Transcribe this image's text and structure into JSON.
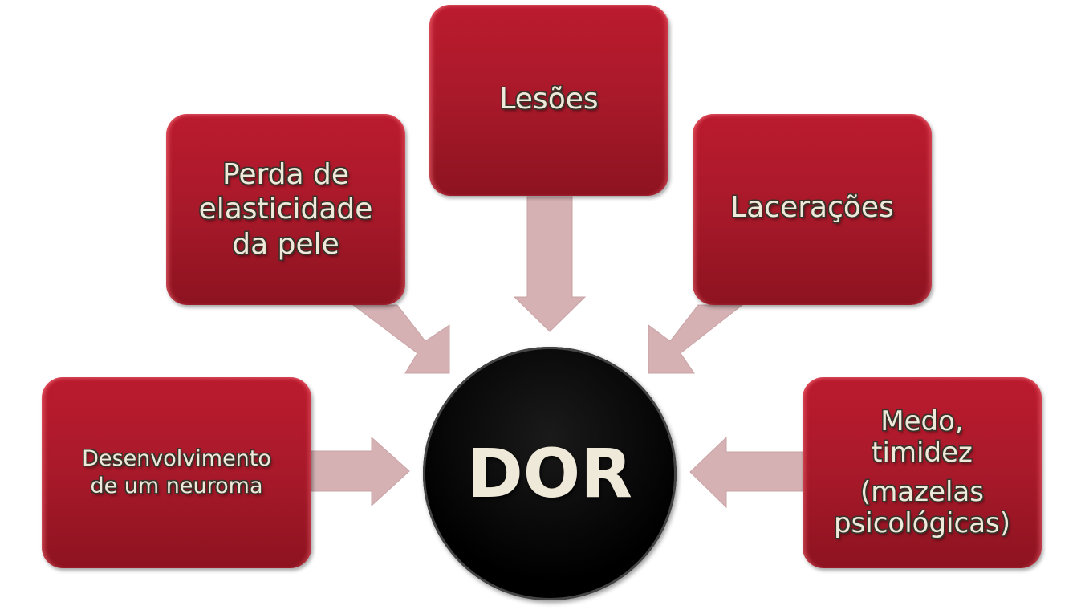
{
  "center": {
    "label": "DOR"
  },
  "causes": {
    "perda": [
      "Perda de",
      "elasticidade",
      "da pele"
    ],
    "lesoes": [
      "Lesões"
    ],
    "laceracoes": [
      "Lacerações"
    ],
    "neuroma": [
      "Desenvolvimento",
      "de um neuroma"
    ],
    "medo": [
      "Medo,",
      "timidez",
      "(mazelas",
      "psicológicas)"
    ]
  },
  "colors": {
    "box": "#a8192a",
    "arrow": "#d4b0b3",
    "center": "#000000",
    "text": "#efe9da"
  }
}
